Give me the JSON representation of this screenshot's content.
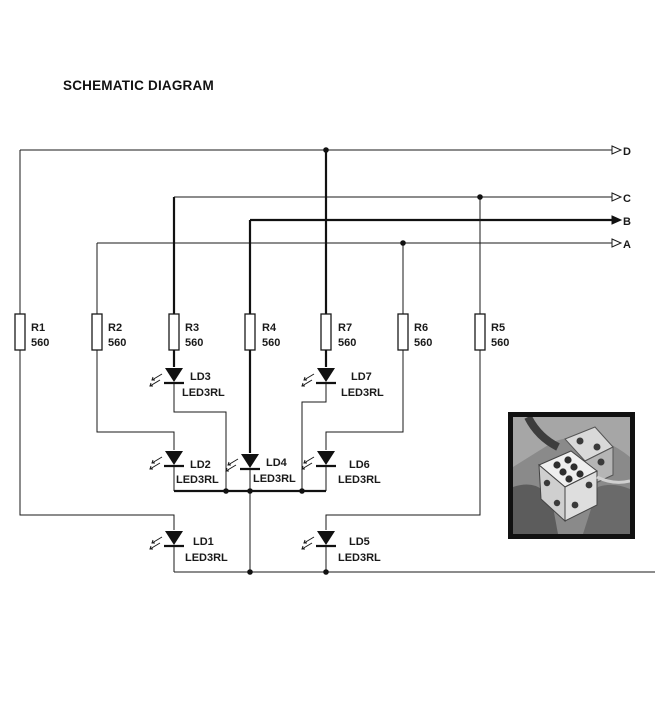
{
  "title": "SCHEMATIC DIAGRAM",
  "outputs": [
    "D",
    "C",
    "B",
    "A"
  ],
  "resistors": [
    {
      "ref": "R1",
      "value": "560"
    },
    {
      "ref": "R2",
      "value": "560"
    },
    {
      "ref": "R3",
      "value": "560"
    },
    {
      "ref": "R4",
      "value": "560"
    },
    {
      "ref": "R7",
      "value": "560"
    },
    {
      "ref": "R6",
      "value": "560"
    },
    {
      "ref": "R5",
      "value": "560"
    }
  ],
  "leds": [
    {
      "ref": "LD3",
      "part": "LED3RL"
    },
    {
      "ref": "LD7",
      "part": "LED3RL"
    },
    {
      "ref": "LD2",
      "part": "LED3RL"
    },
    {
      "ref": "LD4",
      "part": "LED3RL"
    },
    {
      "ref": "LD6",
      "part": "LED3RL"
    },
    {
      "ref": "LD1",
      "part": "LED3RL"
    },
    {
      "ref": "LD5",
      "part": "LED3RL"
    }
  ],
  "icon": "dice-icon"
}
